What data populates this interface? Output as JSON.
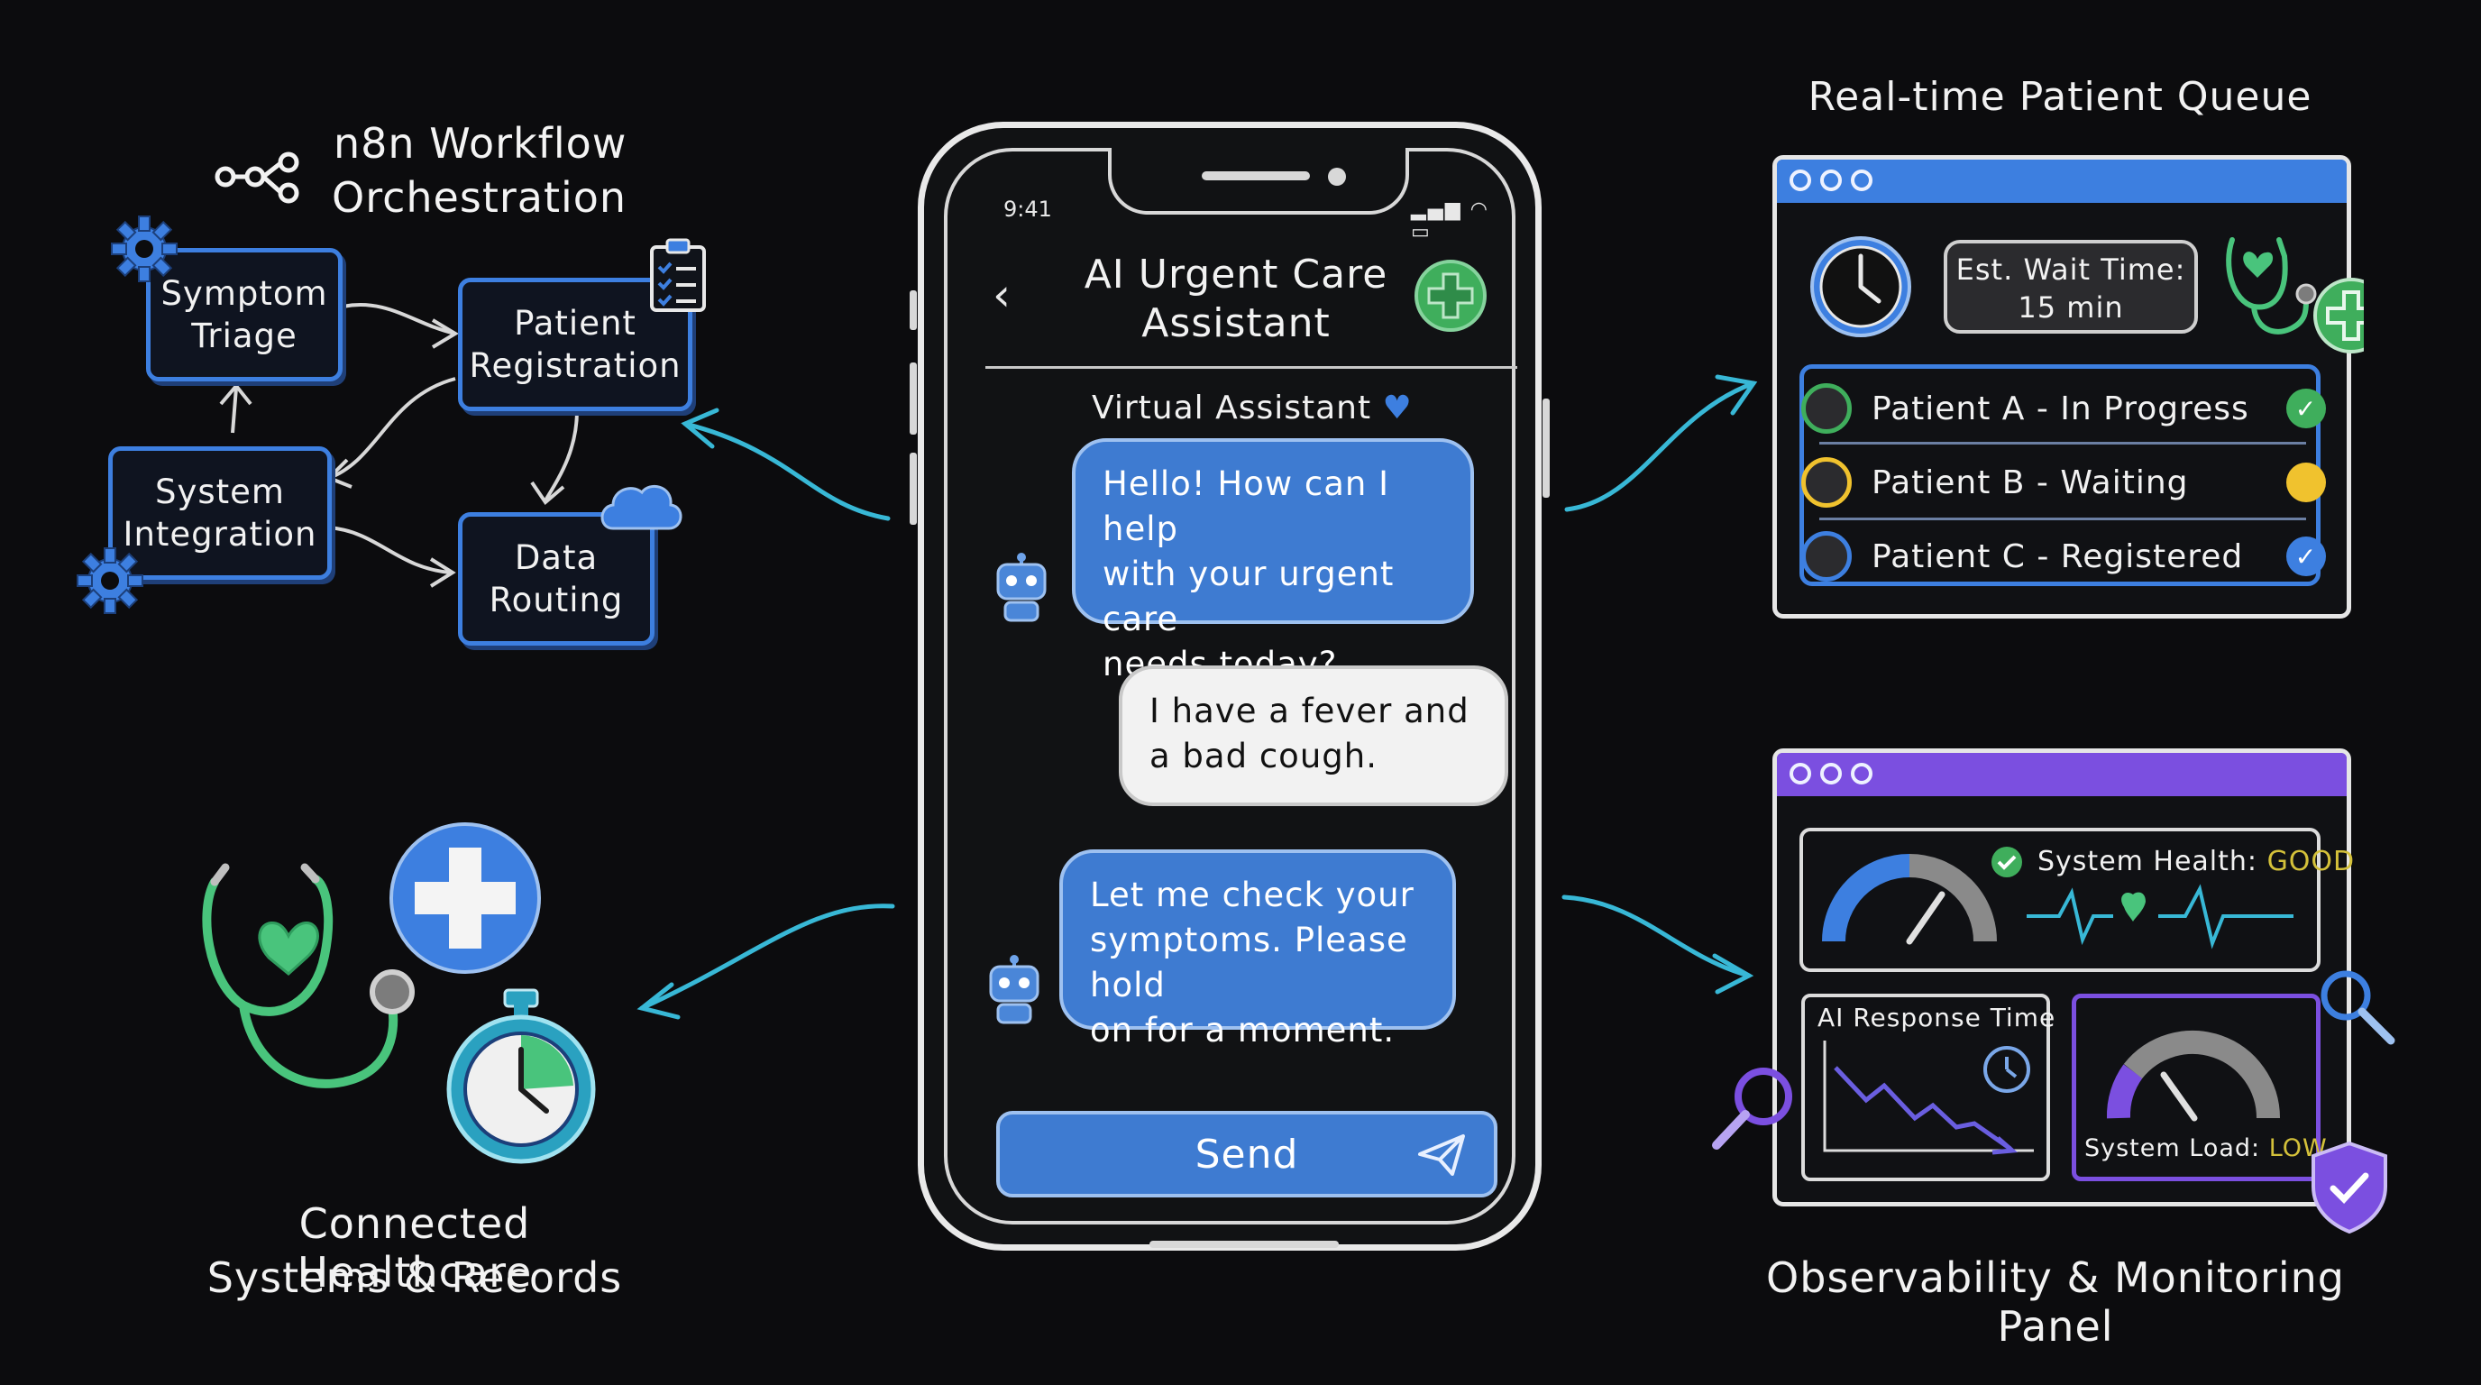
{
  "workflow": {
    "title_line1": "n8n Workflow",
    "title_line2": "Orchestration",
    "nodes": {
      "symptom_triage": [
        "Symptom",
        "Triage"
      ],
      "patient_registration": [
        "Patient",
        "Registration"
      ],
      "system_integration": [
        "System",
        "Integration"
      ],
      "data_routing": [
        "Data",
        "Routing"
      ]
    }
  },
  "healthcare": {
    "caption_line1": "Connected Healthcare",
    "caption_line2": "Systems & Records"
  },
  "phone": {
    "status_time": "9:41",
    "header_line1": "AI Urgent Care",
    "header_line2": "Assistant",
    "assistant_label": "Virtual Assistant",
    "messages": [
      {
        "sender": "bot",
        "line1": "Hello! How can I help",
        "line2": "with your urgent care",
        "line3": "needs today?"
      },
      {
        "sender": "user",
        "line1": "I have a fever and",
        "line2": "a bad cough."
      },
      {
        "sender": "bot",
        "line1": "Let me check your",
        "line2": "symptoms. Please hold",
        "line3": "on for a moment."
      }
    ],
    "send_label": "Send"
  },
  "queue": {
    "title": "Real-time Patient Queue",
    "wait_label": "Est. Wait Time:",
    "wait_value": "15 min",
    "patients": [
      {
        "label": "Patient A - In Progress",
        "status_color": "#3fae5c"
      },
      {
        "label": "Patient B - Waiting",
        "status_color": "#f0c22e"
      },
      {
        "label": "Patient C - Registered",
        "status_color": "#3d7fe0"
      }
    ]
  },
  "monitor": {
    "title": "Observability & Monitoring Panel",
    "health_label": "System Health: ",
    "health_value": "GOOD",
    "response_label": "AI Response Time",
    "load_label": "System Load: ",
    "load_value": "LOW"
  },
  "colors": {
    "accent_blue": "#3d7fe0",
    "accent_green": "#3fae5c",
    "accent_purple": "#7b4fe0",
    "accent_cyan": "#38b8d6",
    "accent_yellow": "#d4c13a"
  }
}
